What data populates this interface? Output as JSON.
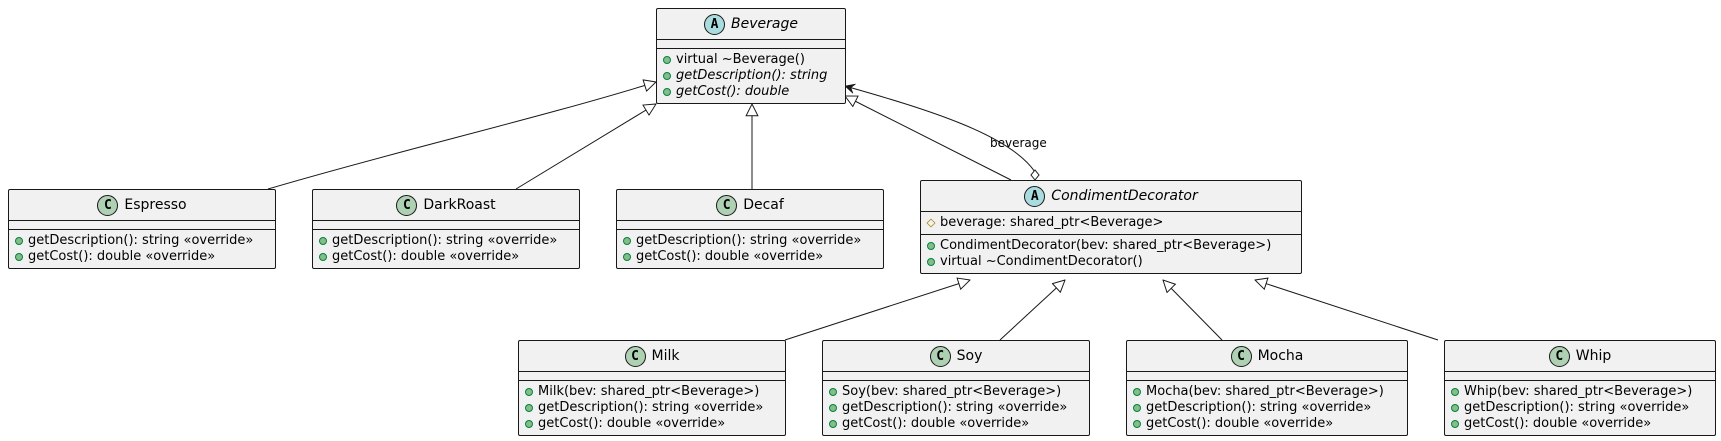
{
  "classes": {
    "beverage": {
      "name": "Beverage",
      "stereotype": "A",
      "methods": [
        "virtual ~Beverage()",
        "getDescription(): string",
        "getCost(): double"
      ]
    },
    "espresso": {
      "name": "Espresso",
      "stereotype": "C",
      "methods": [
        "getDescription(): string «override»",
        "getCost(): double «override»"
      ]
    },
    "darkroast": {
      "name": "DarkRoast",
      "stereotype": "C",
      "methods": [
        "getDescription(): string «override»",
        "getCost(): double «override»"
      ]
    },
    "decaf": {
      "name": "Decaf",
      "stereotype": "C",
      "methods": [
        "getDescription(): string «override»",
        "getCost(): double «override»"
      ]
    },
    "condiment": {
      "name": "CondimentDecorator",
      "stereotype": "A",
      "fields": [
        "beverage: shared_ptr<Beverage>"
      ],
      "methods": [
        "CondimentDecorator(bev: shared_ptr<Beverage>)",
        "virtual ~CondimentDecorator()"
      ]
    },
    "milk": {
      "name": "Milk",
      "stereotype": "C",
      "methods": [
        "Milk(bev: shared_ptr<Beverage>)",
        "getDescription(): string «override»",
        "getCost(): double «override»"
      ]
    },
    "soy": {
      "name": "Soy",
      "stereotype": "C",
      "methods": [
        "Soy(bev: shared_ptr<Beverage>)",
        "getDescription(): string «override»",
        "getCost(): double «override»"
      ]
    },
    "mocha": {
      "name": "Mocha",
      "stereotype": "C",
      "methods": [
        "Mocha(bev: shared_ptr<Beverage>)",
        "getDescription(): string «override»",
        "getCost(): double «override»"
      ]
    },
    "whip": {
      "name": "Whip",
      "stereotype": "C",
      "methods": [
        "Whip(bev: shared_ptr<Beverage>)",
        "getDescription(): string «override»",
        "getCost(): double «override»"
      ]
    }
  },
  "edges": {
    "aggregation_label": "beverage"
  },
  "colors": {
    "box_fill": "#f1f1f1",
    "line": "#181818",
    "class_badge": "#add1b2",
    "abstract_badge": "#a9dcdf"
  }
}
